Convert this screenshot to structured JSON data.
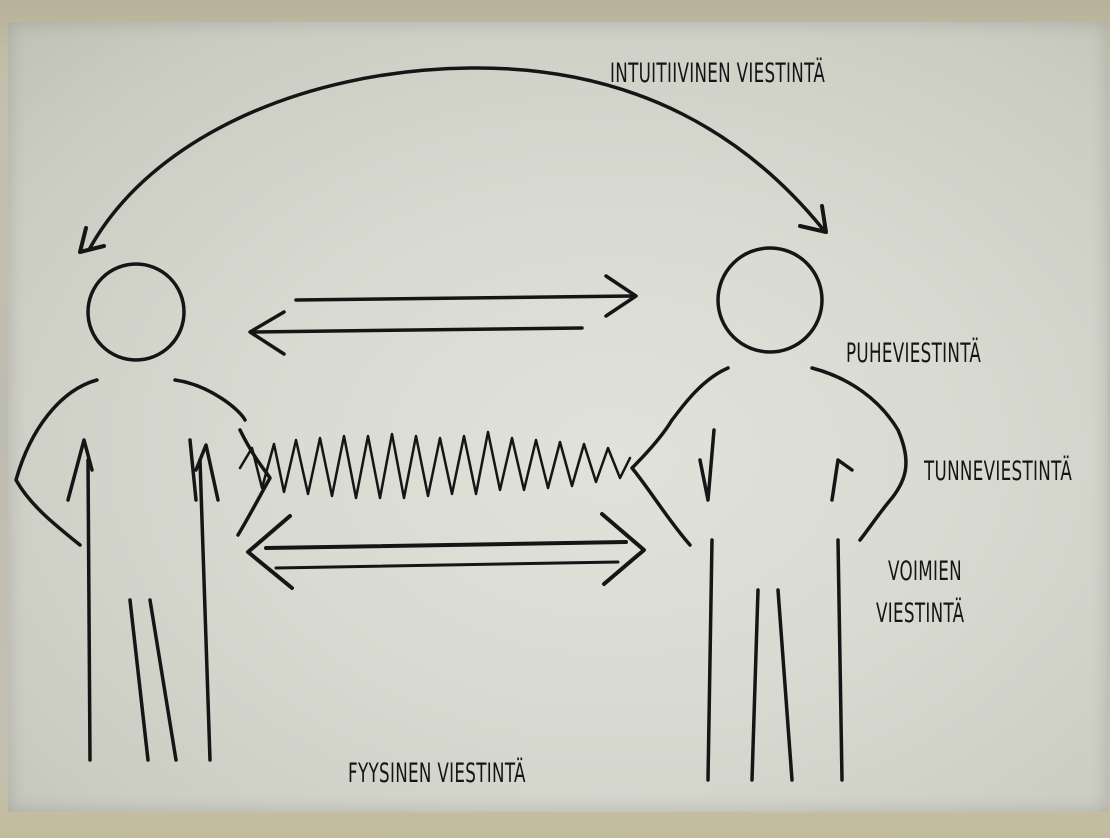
{
  "labels": {
    "intuitive": "INTUITIIVINEN VIESTINTÄ",
    "speech": "PUHEVIESTINTÄ",
    "emotion": "TUNNEVIESTINTÄ",
    "power_line1": "VOIMIEN",
    "power_line2": "VIESTINTÄ",
    "physical": "FYYSINEN VIESTINTÄ"
  },
  "colors": {
    "ink": "#151515",
    "screen": "#dcddd4",
    "frame": "#bdb79f"
  }
}
